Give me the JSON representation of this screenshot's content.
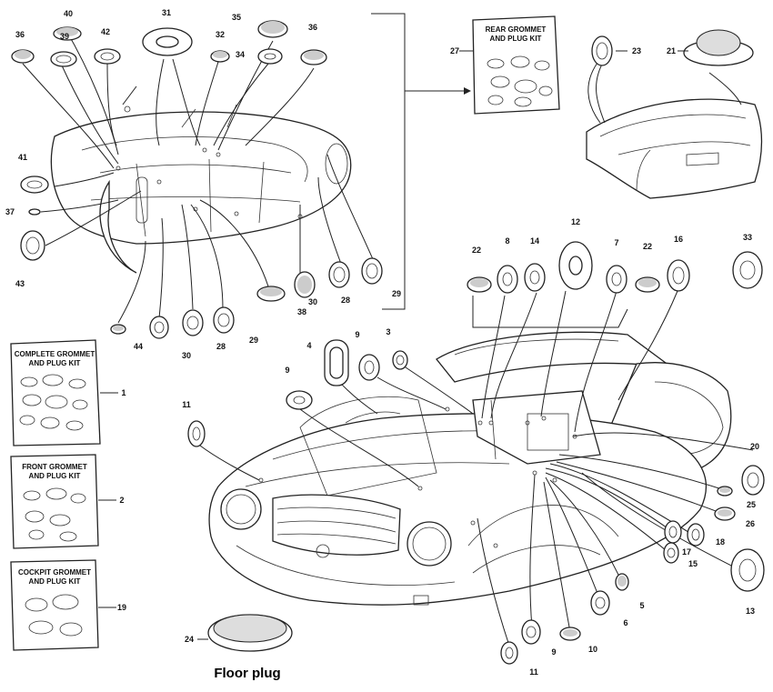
{
  "kits": {
    "complete": {
      "line1": "COMPLETE GROMMET",
      "line2": "AND PLUG KIT",
      "number": "1"
    },
    "front": {
      "line1": "FRONT GROMMET",
      "line2": "AND PLUG KIT",
      "number": "2"
    },
    "cockpit": {
      "line1": "COCKPIT GROMMET",
      "line2": "AND PLUG KIT",
      "number": "19"
    },
    "rear": {
      "line1": "REAR GROMMET",
      "line2": "AND PLUG KIT",
      "number": "27"
    }
  },
  "caption": "Floor plug",
  "floor_plug_number": "24",
  "part_numbers": {
    "p40": "40",
    "p31": "31",
    "p35": "35",
    "p36a": "36",
    "p39": "39",
    "p42": "42",
    "p32": "32",
    "p34": "34",
    "p36b": "36",
    "p41": "41",
    "p37": "37",
    "p43": "43",
    "p38": "38",
    "p30a": "30",
    "p28a": "28",
    "p29a": "29",
    "p44": "44",
    "p30b": "30",
    "p28b": "28",
    "p29b": "29",
    "p23": "23",
    "p21": "21",
    "p12": "12",
    "p22a": "22",
    "p8": "8",
    "p14": "14",
    "p7": "7",
    "p22b": "22",
    "p16": "16",
    "p33": "33",
    "p4": "4",
    "p9a": "9",
    "p3": "3",
    "p9b": "9",
    "p11a": "11",
    "p20": "20",
    "p25": "25",
    "p26": "26",
    "p18": "18",
    "p17": "17",
    "p15": "15",
    "p13": "13",
    "p5": "5",
    "p6": "6",
    "p10": "10",
    "p9c": "9",
    "p11b": "11"
  }
}
